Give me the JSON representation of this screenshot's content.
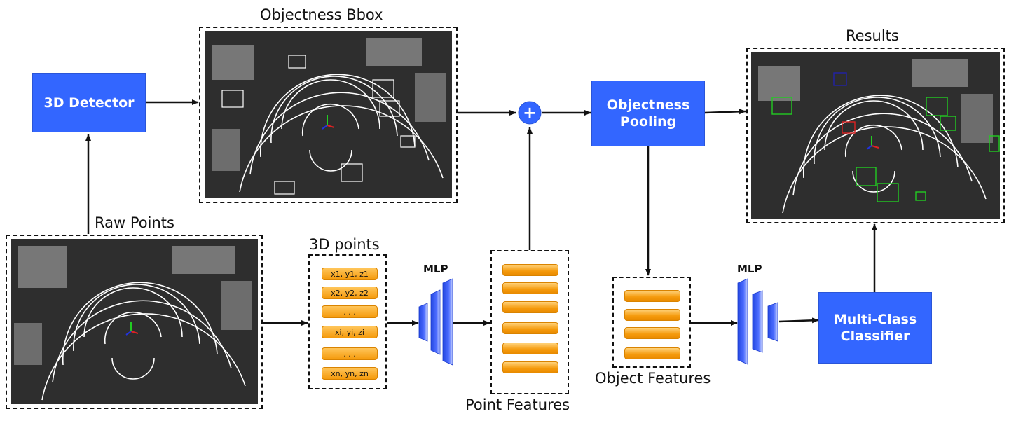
{
  "captions": {
    "objectness_bbox": "Objectness Bbox",
    "results": "Results",
    "raw_points": "Raw Points",
    "points_3d": "3D points",
    "point_features": "Point Features",
    "object_features": "Object Features"
  },
  "boxes": {
    "detector": "3D Detector",
    "pooling_line1": "Objectness",
    "pooling_line2": "Pooling",
    "classifier_line1": "Multi-Class",
    "classifier_line2": "Classifier"
  },
  "mlp_labels": {
    "first": "MLP",
    "second": "MLP"
  },
  "point_list": [
    "x1, y1, z1",
    "x2, y2, z2",
    ". . .",
    "xi, yi, zi",
    ". . .",
    "xn, yn, zn"
  ],
  "plus_symbol": "+",
  "colors": {
    "node_blue": "#3366ff",
    "feature_orange": "#f59a0c",
    "scan_bg": "#2e2e2e",
    "bbox_green": "#22cc22",
    "bbox_red": "#dd2222",
    "bbox_navy": "#2222aa"
  }
}
